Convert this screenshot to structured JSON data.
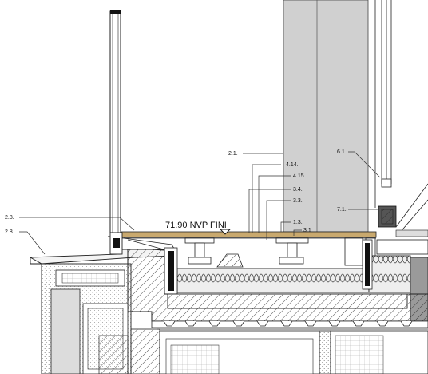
{
  "drawing": {
    "level_text": "71.90 NVP FINI",
    "callouts": [
      "2.1.",
      "4.14.",
      "4.15.",
      "3.4.",
      "3.3.",
      "1.3.",
      "3.1",
      "6.1.",
      "7.1.",
      "2.8.",
      "2.8."
    ]
  },
  "colors": {
    "line": "#111111",
    "column_fill": "#cfcfcf",
    "insulation_fill": "#e6e6e6",
    "concrete_fill": "#d9d9d9",
    "wood_fill": "#c9a96e",
    "light_fill": "#f2f2f2"
  }
}
